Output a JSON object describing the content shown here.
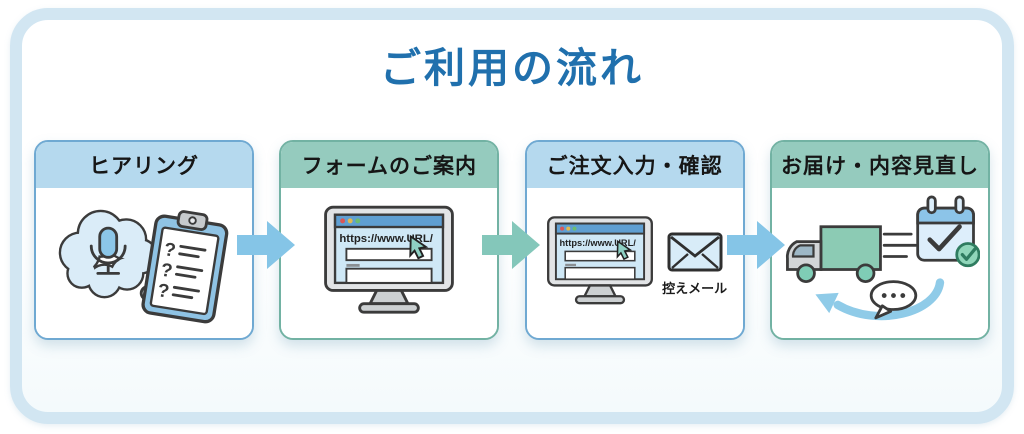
{
  "title": "ご利用の流れ",
  "steps": [
    {
      "label": "ヒアリング",
      "theme": "blue",
      "icon": "hearing-bubble-clipboard"
    },
    {
      "label": "フォームのご案内",
      "theme": "teal",
      "icon": "monitor-browser",
      "monitor_url": "https://www.URL/"
    },
    {
      "label": "ご注文入力・確認",
      "theme": "blue",
      "icon": "monitor-browser-envelope",
      "monitor_url": "https://www.URL/",
      "note": "控えメール"
    },
    {
      "label": "お届け・内容見直し",
      "theme": "teal",
      "icon": "truck-calendar-review"
    }
  ],
  "arrows": [
    {
      "theme": "blue"
    },
    {
      "theme": "teal"
    },
    {
      "theme": "blue"
    }
  ],
  "icon_glyphs": {
    "question_mark": "?"
  },
  "colors": {
    "title_text": "#2070ad",
    "frame_border": "#d2e6f2",
    "blue_header": "#b5d9ee",
    "teal_header": "#95cbbe",
    "blue_card_border": "#6fa9d2",
    "teal_card_border": "#72b2a3",
    "blue_arrow": "#85c5e7",
    "teal_arrow": "#84c7ba",
    "header_text": "#161616",
    "outline": "#3b3b3b"
  }
}
